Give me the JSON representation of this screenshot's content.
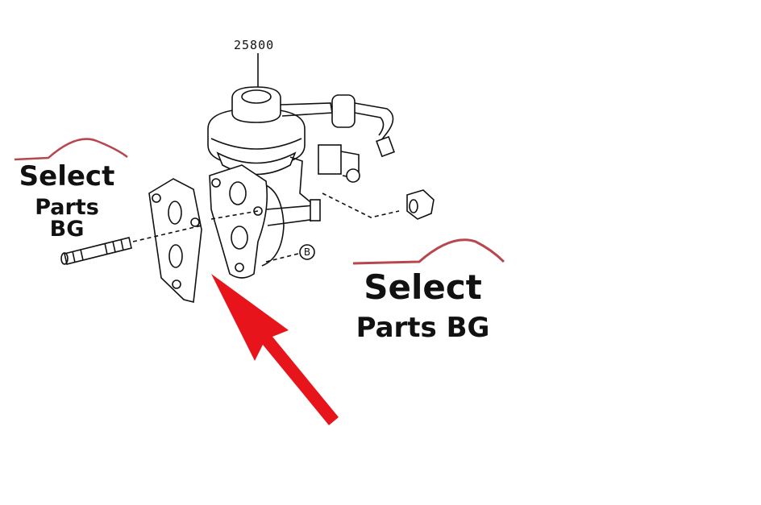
{
  "diagram": {
    "part_number_label": "25800",
    "callout_label": "B",
    "watermarks": [
      {
        "line1": "Select",
        "line2": "Parts BG"
      },
      {
        "line1": "Select",
        "line2": "Parts BG"
      }
    ],
    "colors": {
      "arrow": "#e8141b",
      "logo_swoosh": "#b8474d",
      "line_art": "#111111"
    }
  }
}
